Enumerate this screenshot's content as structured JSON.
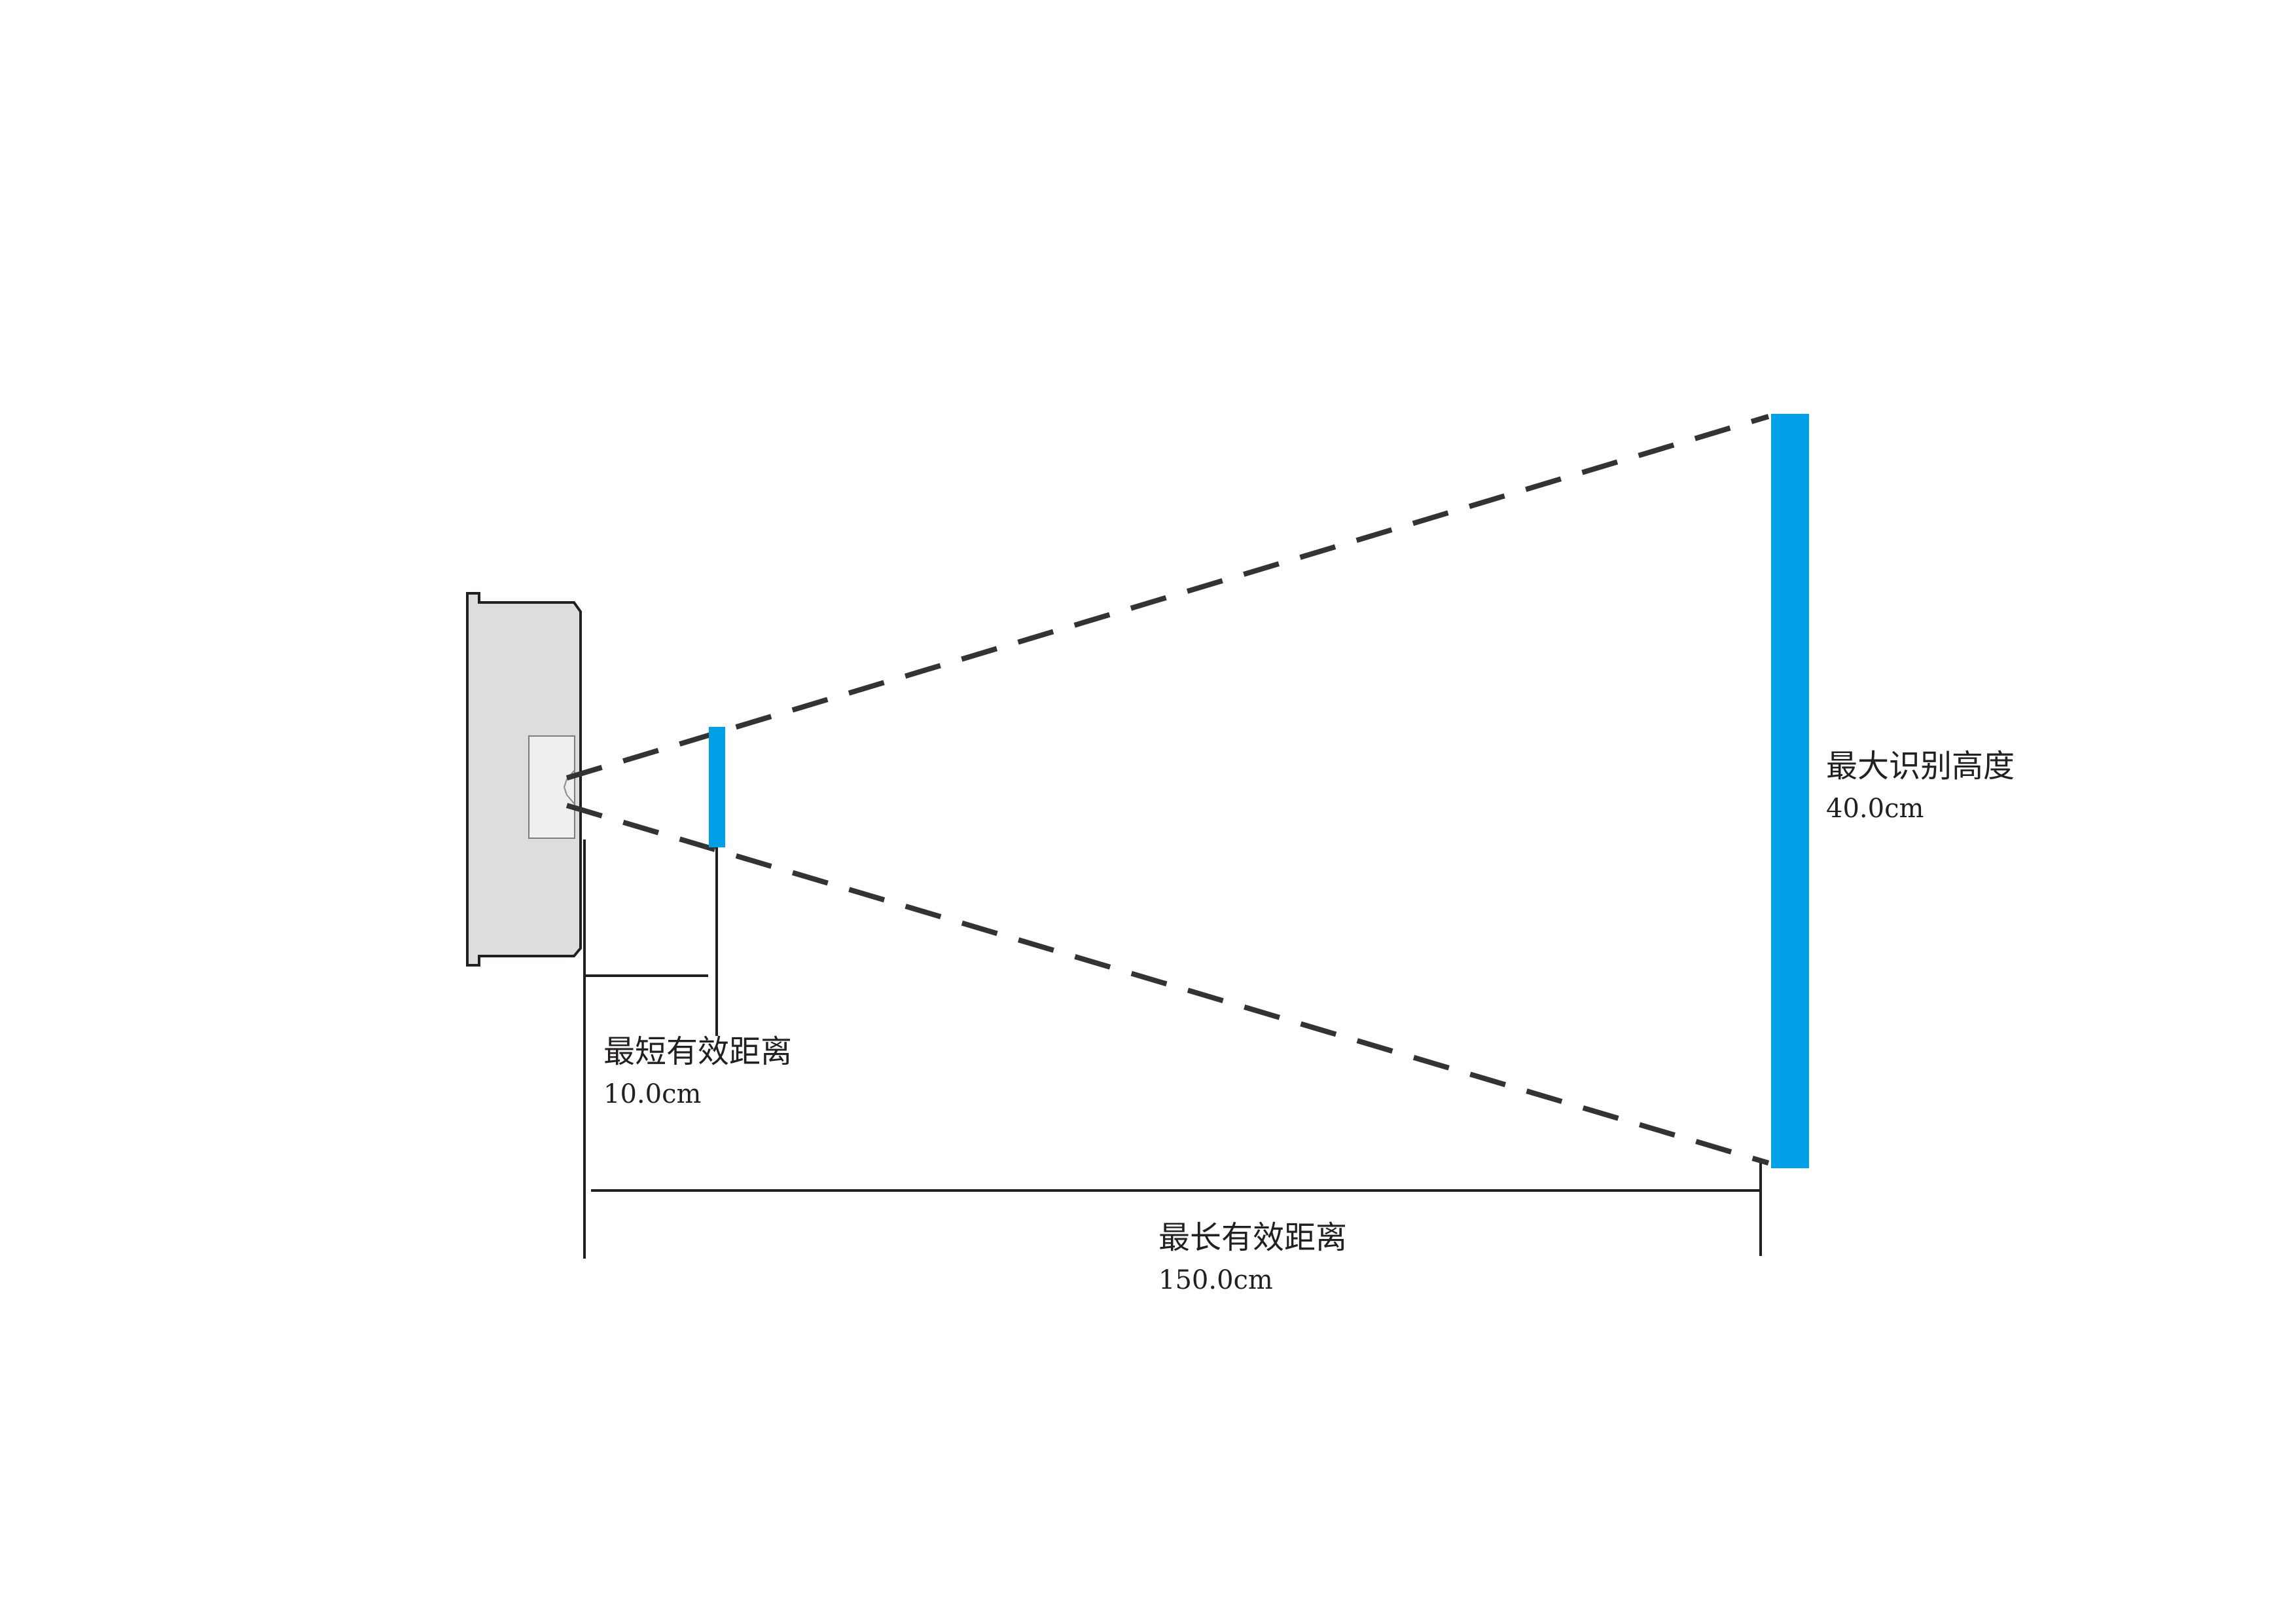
{
  "labels": {
    "min_distance": {
      "title": "最短有效距离",
      "value": "10.0cm"
    },
    "max_distance": {
      "title": "最长有效距离",
      "value": "150.0cm"
    },
    "max_height": {
      "title": "最大识别高度",
      "value": "40.0cm"
    }
  },
  "colors": {
    "target_blue": "#00a0e9",
    "beam_dash": "#333333",
    "line": "#231f20",
    "scanner_body": "#dcdddd",
    "scanner_window": "#efefef"
  },
  "icons": {
    "scanner": "barcode-scanner-side-view-icon"
  }
}
